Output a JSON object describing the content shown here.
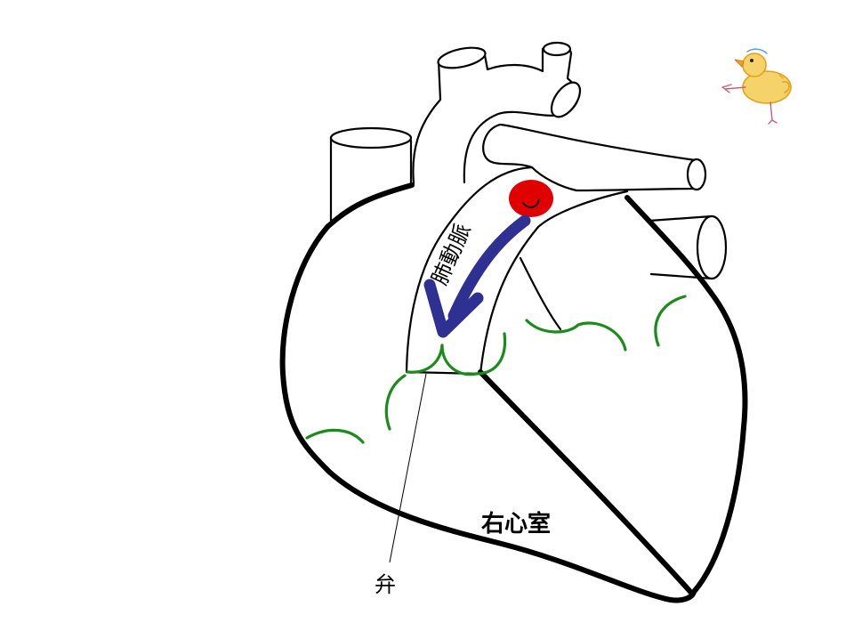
{
  "diagram": {
    "labels": {
      "pulmonary_artery": "肺動脈",
      "right_ventricle": "右心室",
      "valve": "弁"
    },
    "colors": {
      "outline": "#000000",
      "valve_cusps": "#1a8c1a",
      "flow_arrow": "#2e3192",
      "marker_dot": "#e00000",
      "background": "#ffffff"
    },
    "icons": {
      "flow_arrow": "blood-flow-arrow-icon",
      "marker": "red-dot-icon",
      "mascot": "chick-icon"
    }
  }
}
